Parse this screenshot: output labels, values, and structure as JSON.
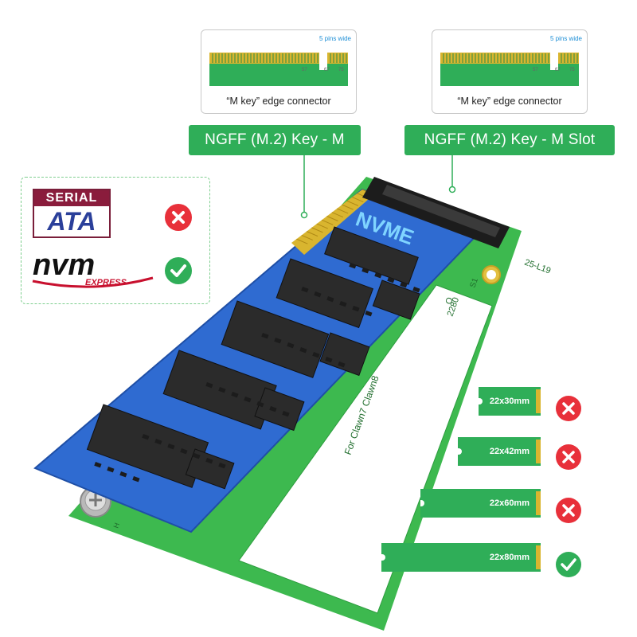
{
  "connector_cards": [
    {
      "pins_note": "5 pins wide",
      "pin_numbers": [
        "57",
        "67",
        "75"
      ],
      "caption": "“M key”  edge connector"
    },
    {
      "pins_note": "5 pins wide",
      "pin_numbers": [
        "57",
        "67",
        "75"
      ],
      "caption": "“M key”  edge connector"
    }
  ],
  "badges": {
    "key_m": "NGFF (M.2) Key - M",
    "key_m_slot": "NGFF (M.2) Key - M Slot"
  },
  "protocols": {
    "sata_line1": "SERIAL",
    "sata_line2": "ATA",
    "sata_supported": false,
    "nvme_logo_word": "nvm",
    "nvme_logo_sub": "EXPRESS",
    "nvme_supported": true
  },
  "board": {
    "chip_label": "NVME",
    "pcb_text_model": "For Clawn7 Clawn8",
    "pcb_text_size": "2280",
    "pcb_text_code": "25-L19",
    "pcb_text_s1": "S1",
    "pcb_text_h": "H",
    "pcb_text_o": "O"
  },
  "sizes": [
    {
      "label": "22x30mm",
      "supported": false
    },
    {
      "label": "22x42mm",
      "supported": false
    },
    {
      "label": "22x60mm",
      "supported": false
    },
    {
      "label": "22x80mm",
      "supported": true
    }
  ],
  "colors": {
    "green": "#2fae58",
    "red": "#e8303a",
    "pcb_green": "#3db94f",
    "ssd_blue": "#2f6bd1",
    "gold": "#d9b52f"
  }
}
